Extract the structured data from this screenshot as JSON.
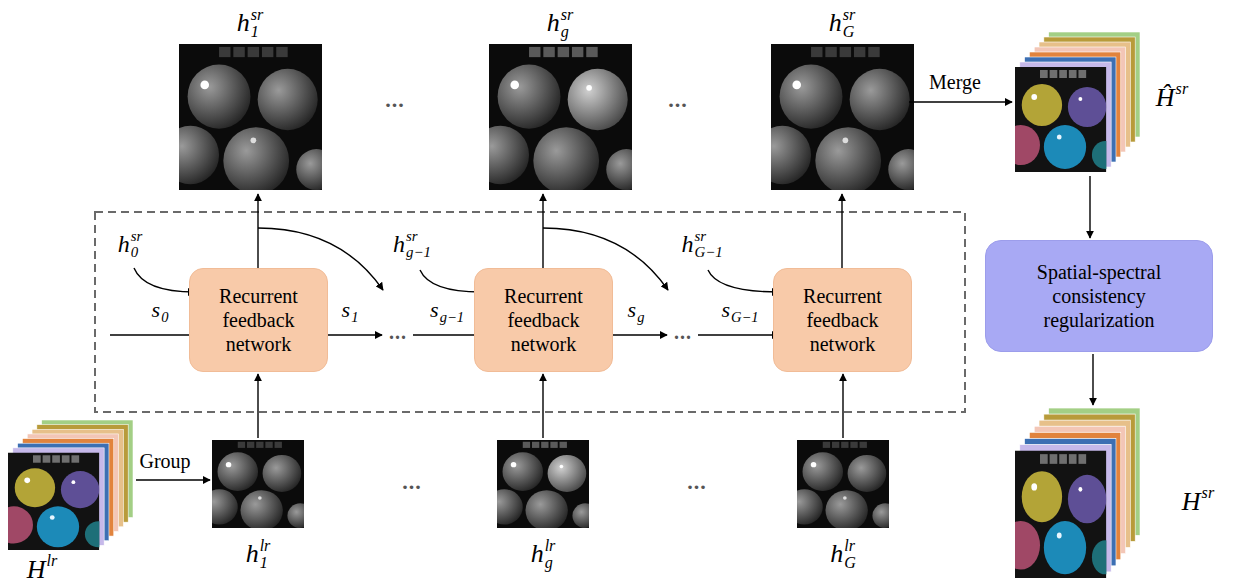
{
  "diagram": {
    "nodes": [
      {
        "text": [
          "Recurrent feedback network"
        ]
      },
      {
        "text": [
          "Recurrent feedback network"
        ]
      },
      {
        "text": [
          "Recurrent feedback network"
        ]
      },
      {
        "text": [
          "Spatial-spectral consistency regularization"
        ]
      }
    ],
    "labels": [
      "h",
      "1",
      "sr",
      "...",
      "h",
      "g",
      "sr",
      "...",
      "h",
      "G",
      "sr",
      "Merge",
      "Ĥ",
      "sr",
      "h",
      "0",
      "sr",
      "s",
      "0",
      "s",
      "1",
      "...",
      "h",
      "g−1",
      "sr",
      "s",
      "g−1",
      "s",
      "g",
      "...",
      "h",
      "G−1",
      "sr",
      "s",
      "G−1",
      "H",
      "lr",
      "Group",
      "h",
      "1",
      "lr",
      "...",
      "h",
      "g",
      "lr",
      "...",
      "h",
      "G",
      "lr",
      "H",
      "sr"
    ]
  }
}
